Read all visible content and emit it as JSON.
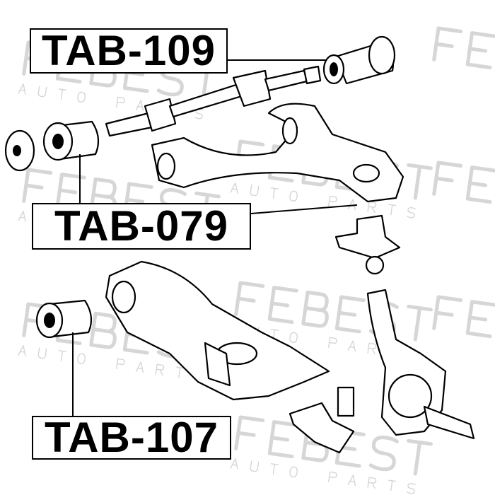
{
  "watermark": {
    "brand": "FEBEST",
    "tagline": "AUTO PARTS"
  },
  "labels": [
    {
      "id": "tab-109",
      "text": "TAB-109"
    },
    {
      "id": "tab-079",
      "text": "TAB-079"
    },
    {
      "id": "tab-107",
      "text": "TAB-107"
    }
  ]
}
